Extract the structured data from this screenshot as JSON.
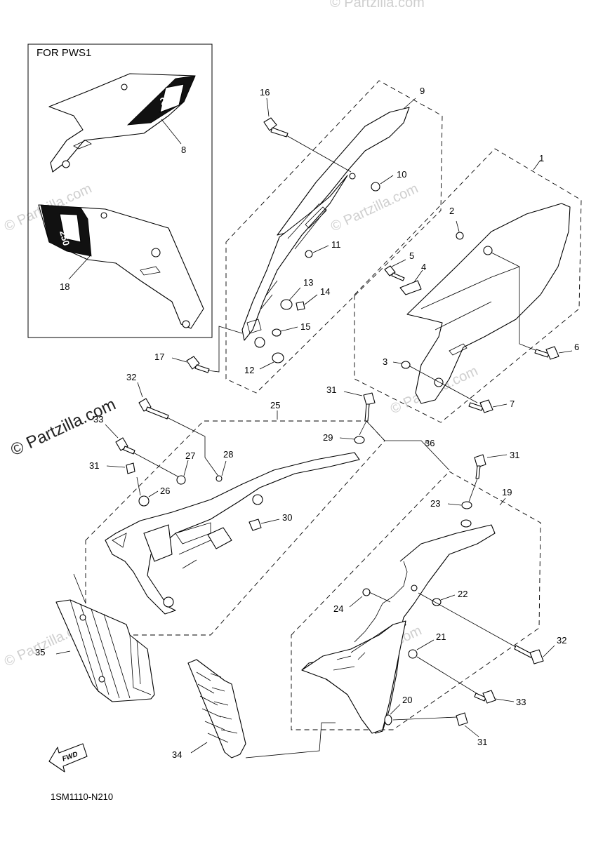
{
  "inset_title": "FOR PWS1",
  "diagram_code": "1SM1110-N210",
  "fwd_label": "FWD",
  "watermark_text": "© Partzilla.com",
  "callouts": {
    "c1": "1",
    "c2": "2",
    "c3": "3",
    "c4": "4",
    "c5": "5",
    "c6": "6",
    "c7": "7",
    "c8": "8",
    "c9": "9",
    "c10": "10",
    "c11": "11",
    "c12": "12",
    "c13": "13",
    "c14": "14",
    "c15": "15",
    "c16": "16",
    "c17": "17",
    "c18": "18",
    "c19": "19",
    "c20": "20",
    "c21": "21",
    "c22": "22",
    "c23": "23",
    "c24": "24",
    "c25": "25",
    "c26": "26",
    "c27": "27",
    "c28": "28",
    "c29": "29",
    "c30": "30",
    "c31a": "31",
    "c31b": "31",
    "c31c": "31",
    "c31d": "31",
    "c32a": "32",
    "c32b": "32",
    "c33a": "33",
    "c33b": "33",
    "c34": "34",
    "c35": "35",
    "c36": "36"
  }
}
